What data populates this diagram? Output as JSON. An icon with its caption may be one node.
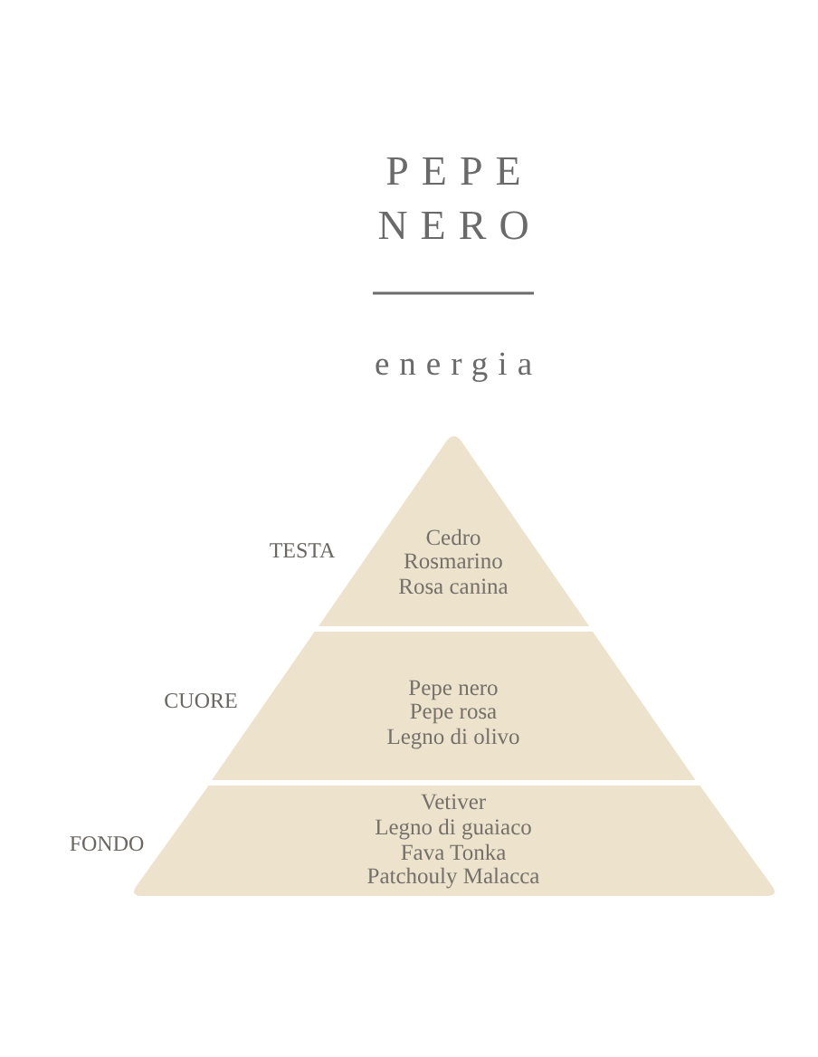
{
  "diagram": {
    "title": "PEPE NERO",
    "nodes": [
      {
        "text": [
          "Cedro",
          "Rosmarino",
          "Rosa canina"
        ],
        "beside": [
          "TESTA"
        ]
      },
      {
        "text": [
          "Pepe nero",
          "Pepe rosa",
          "Legno di olivo"
        ],
        "beside": [
          "CUORE"
        ]
      },
      {
        "text": [
          "Vetiver",
          "Legno di guaiaco",
          "Fava Tonka",
          "Patchouly Malacca"
        ],
        "beside": [
          "FONDO"
        ]
      }
    ],
    "labels": [
      "energia"
    ]
  }
}
